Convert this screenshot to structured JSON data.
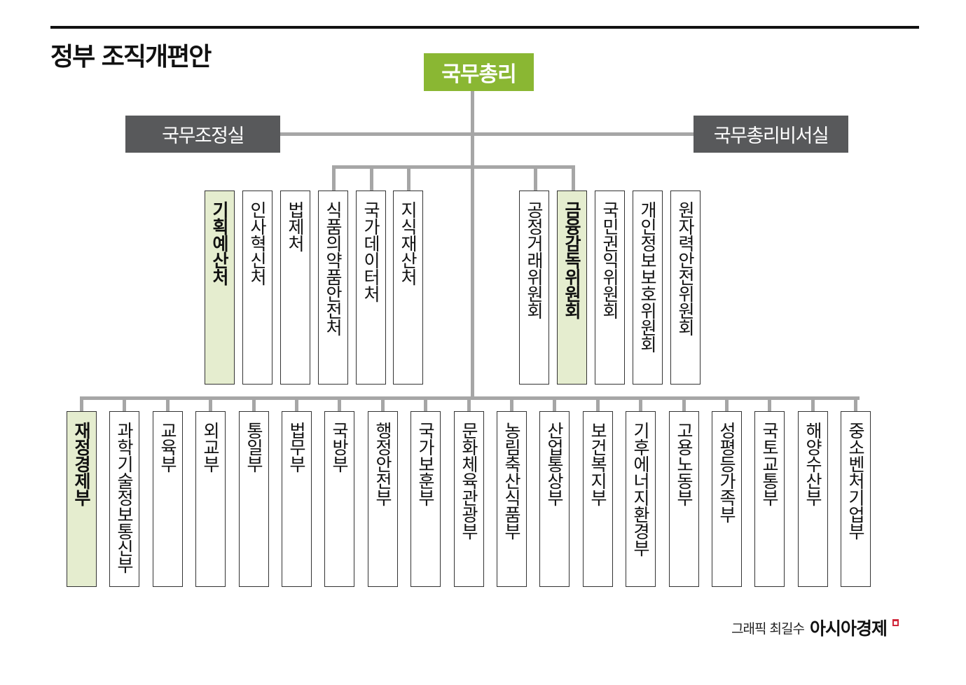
{
  "title": "정부 조직개편안",
  "head": {
    "label": "국무총리",
    "color": "#8ab733"
  },
  "offices": [
    {
      "label": "국무조정실"
    },
    {
      "label": "국무총리비서실"
    }
  ],
  "colors": {
    "office_bg": "#58595b",
    "connector": "#a6a6a6",
    "highlight_bg": "#e5edcf",
    "brand_mark": "#d0263a"
  },
  "agencies_left": [
    {
      "label": "기획예산처",
      "highlight": true
    },
    {
      "label": "인사혁신처",
      "highlight": false
    },
    {
      "label": "법제처",
      "highlight": false
    },
    {
      "label": "식품의약품안전처",
      "highlight": false
    },
    {
      "label": "국가데이터처",
      "highlight": false
    },
    {
      "label": "지식재산처",
      "highlight": false
    }
  ],
  "committees_right": [
    {
      "label": "공정거래위원회",
      "highlight": false
    },
    {
      "label": "금융감독위원회",
      "highlight": true
    },
    {
      "label": "국민권익위원회",
      "highlight": false
    },
    {
      "label": "개인정보보호위원회",
      "highlight": false
    },
    {
      "label": "원자력안전위원회",
      "highlight": false
    }
  ],
  "ministries": [
    {
      "label": "재정경제부",
      "highlight": true
    },
    {
      "label": "과학기술정보통신부",
      "highlight": false
    },
    {
      "label": "교육부",
      "highlight": false
    },
    {
      "label": "외교부",
      "highlight": false
    },
    {
      "label": "통일부",
      "highlight": false
    },
    {
      "label": "법무부",
      "highlight": false
    },
    {
      "label": "국방부",
      "highlight": false
    },
    {
      "label": "행정안전부",
      "highlight": false
    },
    {
      "label": "국가보훈부",
      "highlight": false
    },
    {
      "label": "문화체육관광부",
      "highlight": false
    },
    {
      "label": "농림축산식품부",
      "highlight": false
    },
    {
      "label": "산업통상부",
      "highlight": false
    },
    {
      "label": "보건복지부",
      "highlight": false
    },
    {
      "label": "기후에너지환경부",
      "highlight": false
    },
    {
      "label": "고용노동부",
      "highlight": false
    },
    {
      "label": "성평등가족부",
      "highlight": false
    },
    {
      "label": "국토교통부",
      "highlight": false
    },
    {
      "label": "해양수산부",
      "highlight": false
    },
    {
      "label": "중소벤처기업부",
      "highlight": false
    }
  ],
  "credit": {
    "text": "그래픽 최길수",
    "brand": "아시아경제"
  }
}
